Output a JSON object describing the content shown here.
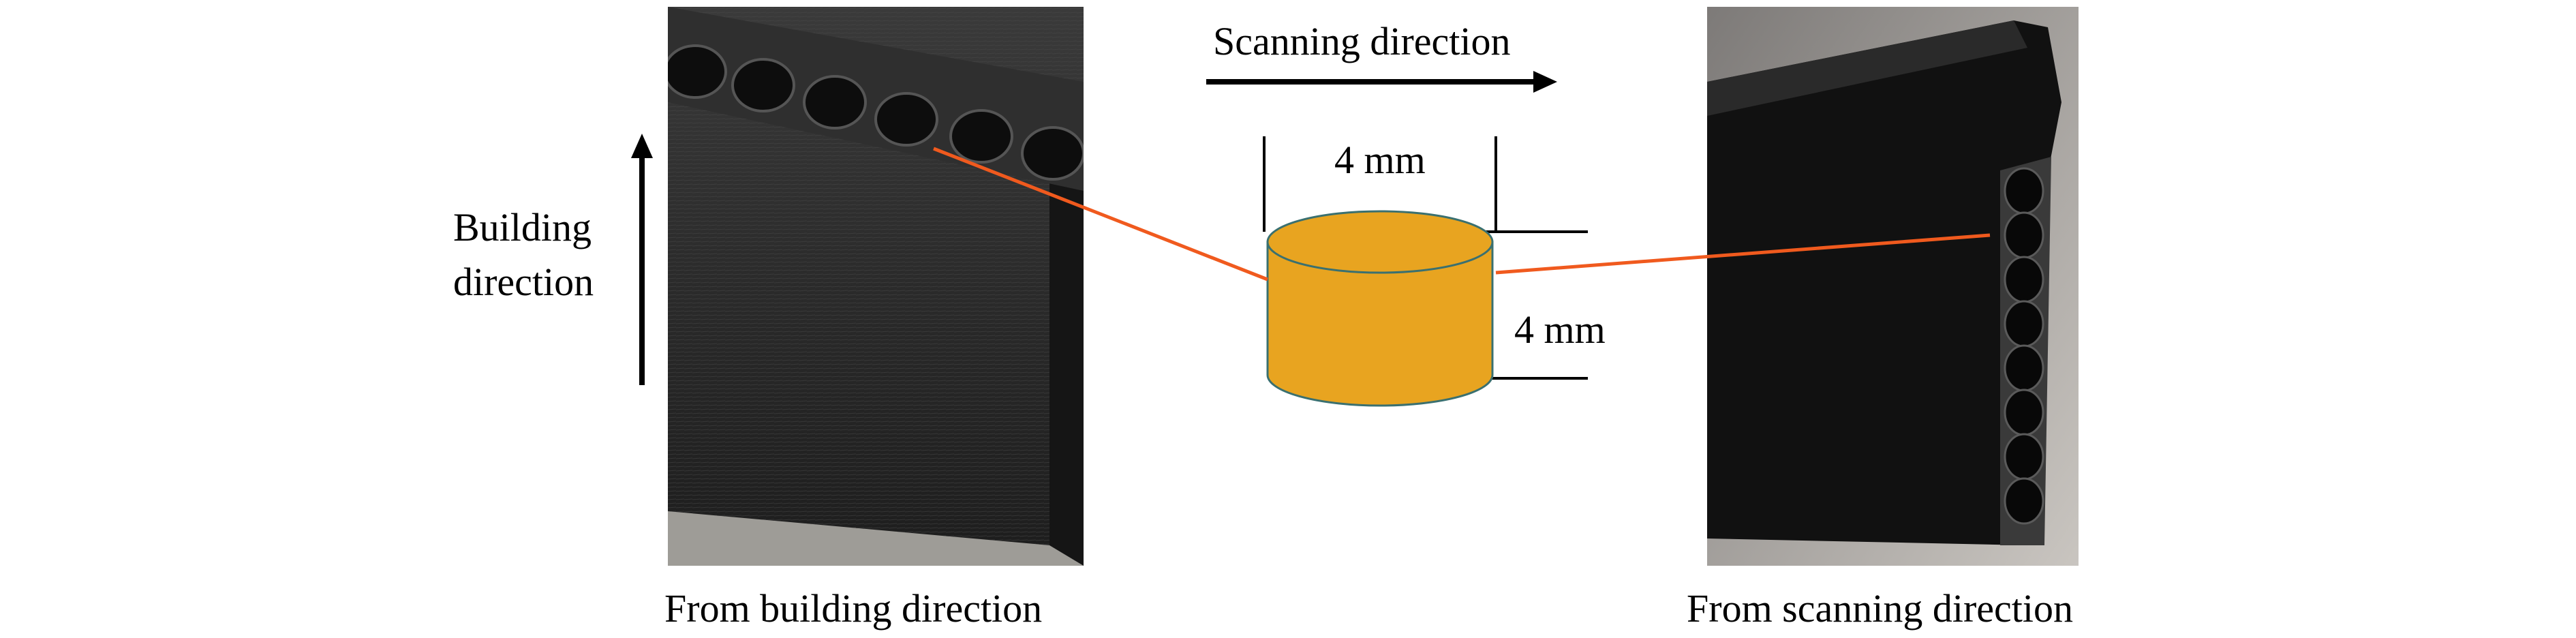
{
  "labels": {
    "scanning_direction": "Scanning direction",
    "building_direction_line1": "Building",
    "building_direction_line2": "direction",
    "diameter": "4 mm",
    "height": "4 mm",
    "caption_left": "From building direction",
    "caption_right": "From scanning direction"
  },
  "colors": {
    "cylinder_fill": "#E8A420",
    "cylinder_edge": "#3A7070",
    "connector": "#F05A1E",
    "arrow": "#000000",
    "photo_dark": "#1c1c1c"
  },
  "icons": {
    "scanning_arrow": "arrow-right-icon",
    "building_arrow": "arrow-up-icon"
  }
}
